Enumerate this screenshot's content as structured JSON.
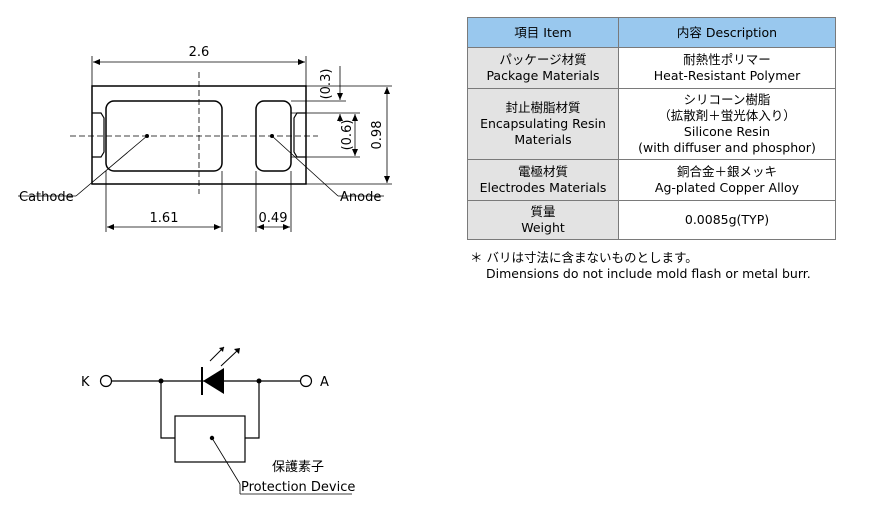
{
  "package_drawing": {
    "dim_length": "2.6",
    "dim_top_gap": "(0.3)",
    "dim_pad_height": "(0.6)",
    "dim_height": "0.98",
    "dim_cathode_width": "1.61",
    "dim_anode_width": "0.49",
    "cathode_label": "Cathode",
    "anode_label": "Anode"
  },
  "spec_table": {
    "header_item": "項目 Item",
    "header_description": "内容 Description",
    "rows": [
      {
        "item": [
          "パッケージ材質",
          "Package Materials"
        ],
        "description": [
          "耐熱性ポリマー",
          "Heat-Resistant Polymer"
        ]
      },
      {
        "item": [
          "封止樹脂材質",
          "Encapsulating Resin",
          "Materials"
        ],
        "description": [
          "シリコーン樹脂",
          "（拡散剤＋蛍光体入り）",
          "Silicone Resin",
          "(with diffuser and phosphor)"
        ]
      },
      {
        "item": [
          "電極材質",
          "Electrodes Materials"
        ],
        "description": [
          "銅合金＋銀メッキ",
          "Ag-plated Copper Alloy"
        ]
      },
      {
        "item": [
          "質量",
          "Weight"
        ],
        "description": [
          "0.0085g(TYP)"
        ]
      }
    ]
  },
  "note": {
    "line1": "＊ バリは寸法に含まないものとします。",
    "line2": "Dimensions do not include mold flash or metal burr."
  },
  "circuit": {
    "k_label": "K",
    "a_label": "A",
    "protection_jp": "保護素子",
    "protection_en": "Protection Device"
  }
}
